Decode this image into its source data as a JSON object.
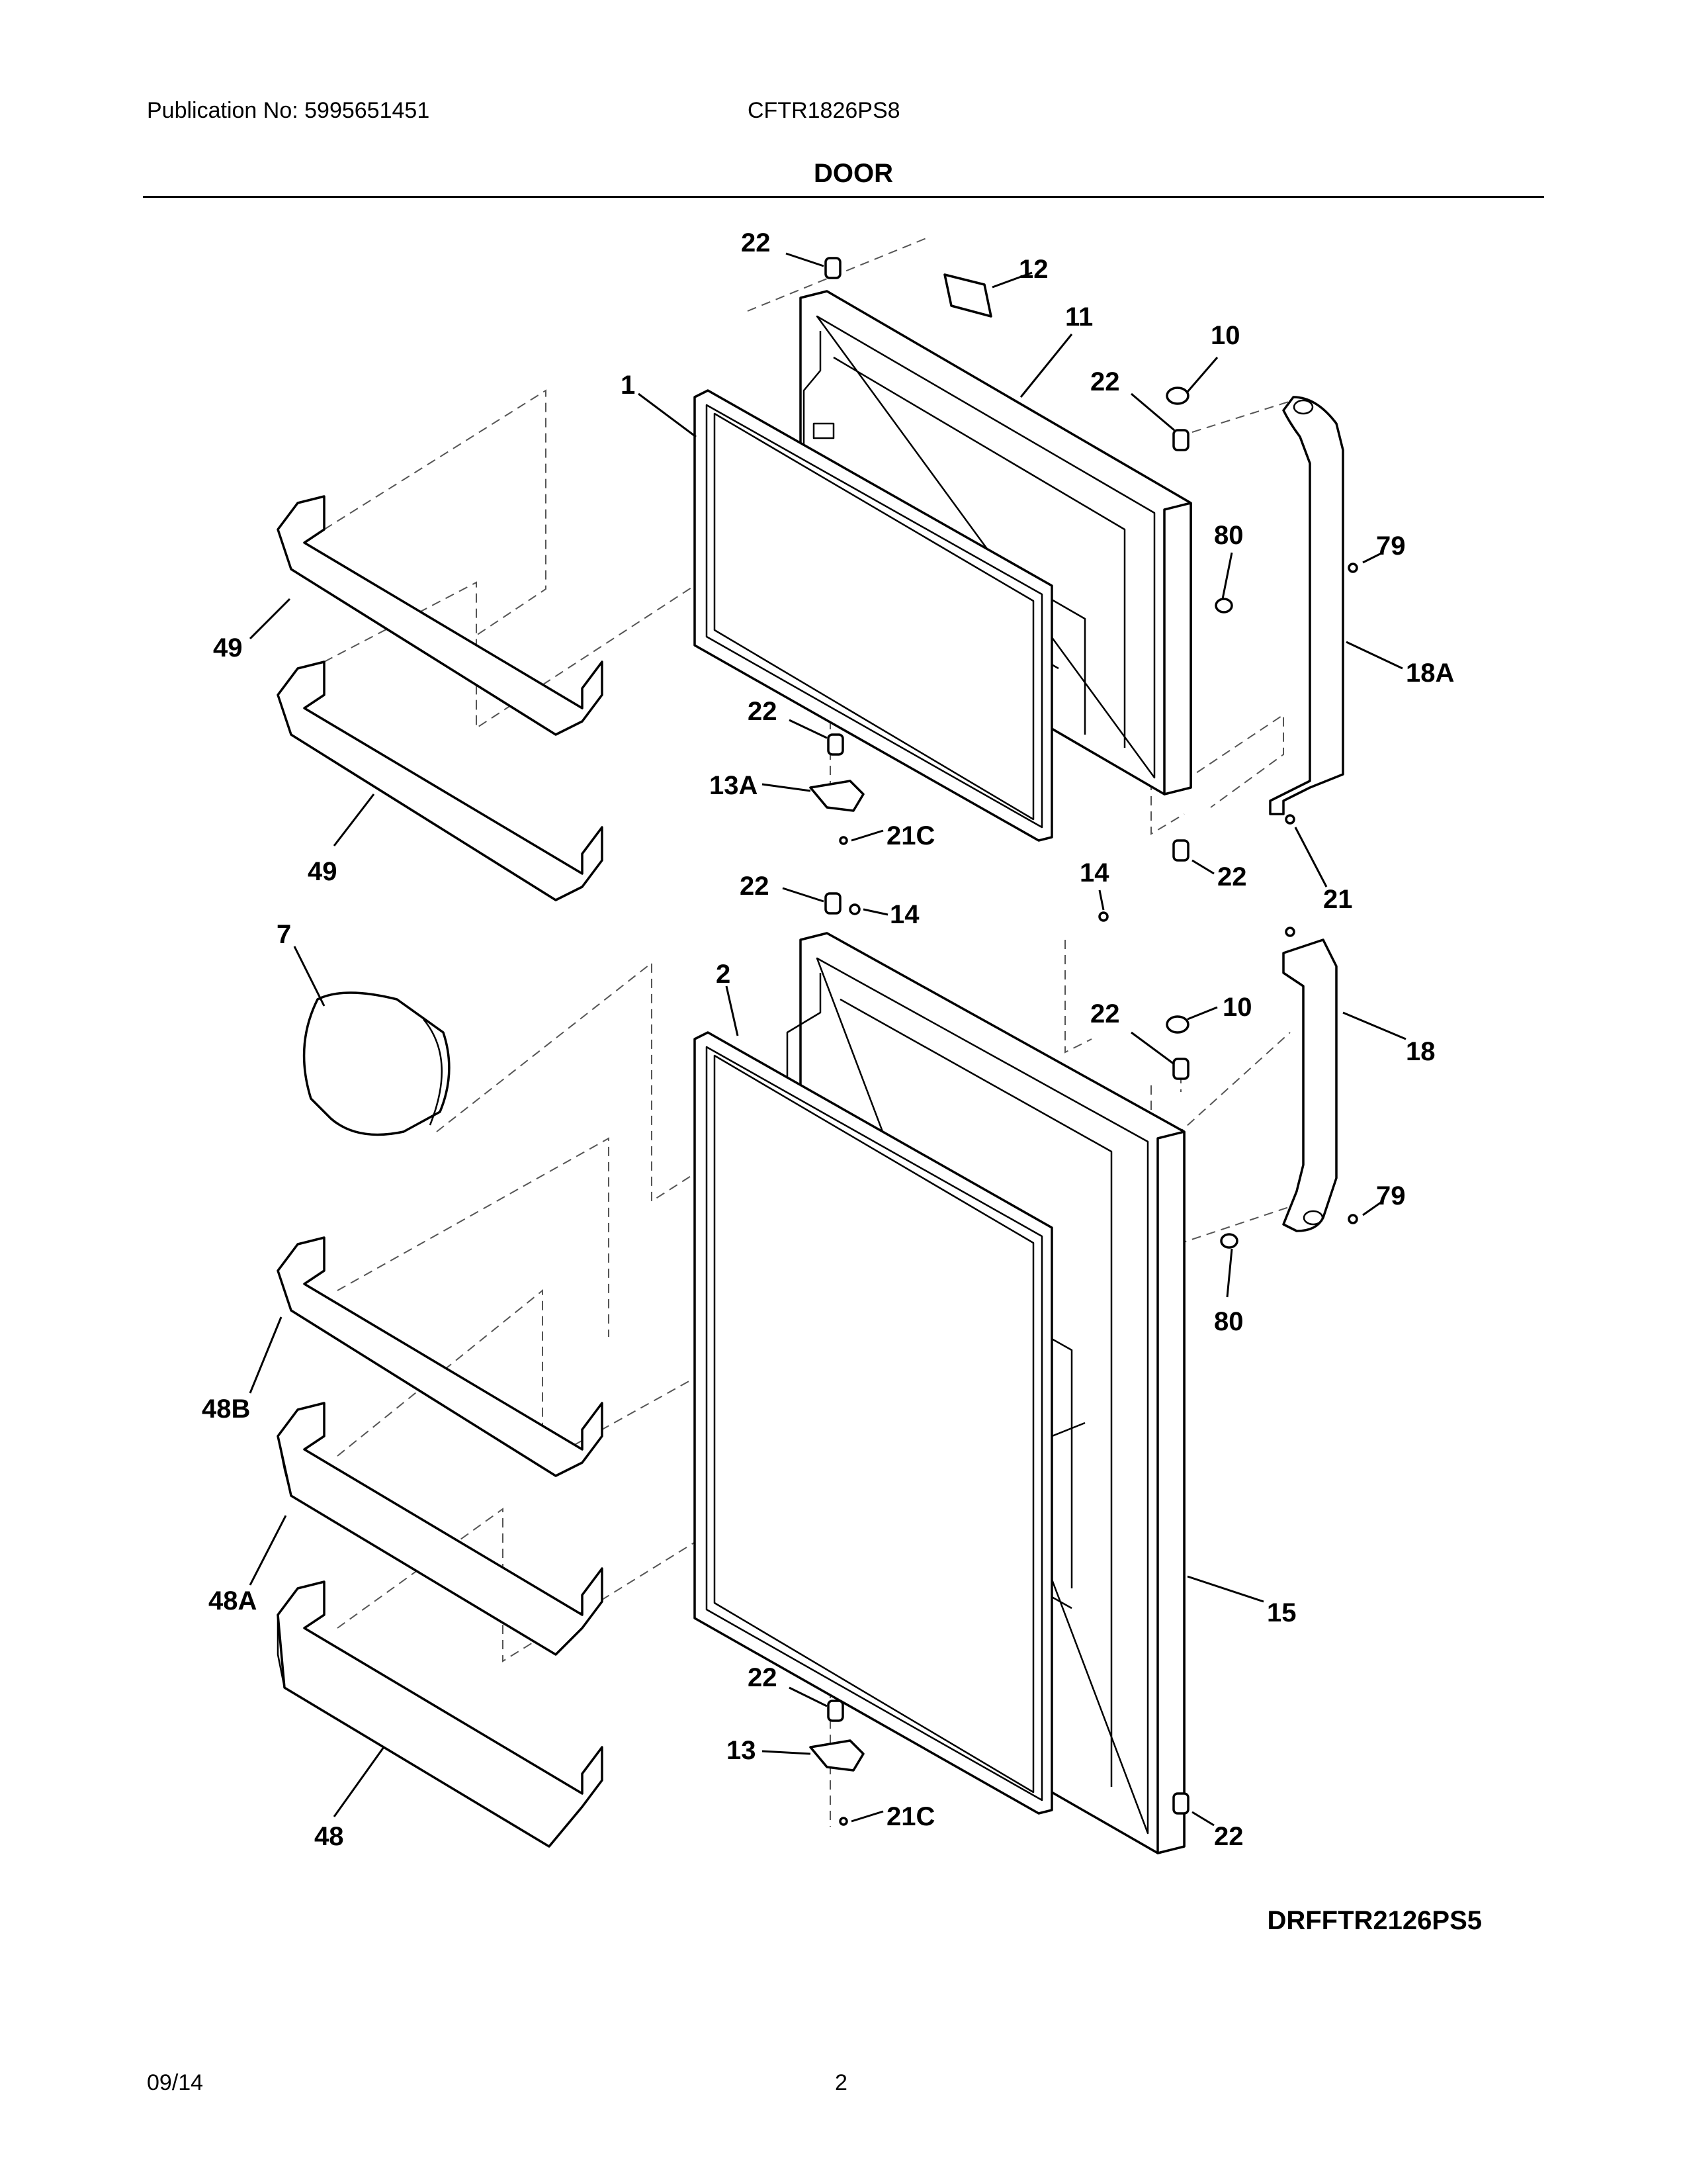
{
  "header": {
    "publication": "Publication No: 5995651451",
    "model": "CFTR1826PS8",
    "title": "DOOR"
  },
  "diagram": {
    "labels": [
      "22",
      "12",
      "11",
      "10",
      "22",
      "1",
      "80",
      "79",
      "18A",
      "49",
      "49",
      "22",
      "13A",
      "21C",
      "22",
      "21",
      "22",
      "14",
      "14",
      "7",
      "2",
      "10",
      "22",
      "18",
      "79",
      "80",
      "48B",
      "48A",
      "15",
      "22",
      "13",
      "21C",
      "48",
      "22"
    ],
    "code": "DRFFTR2126PS5"
  },
  "footer": {
    "date": "09/14",
    "page": "2"
  }
}
